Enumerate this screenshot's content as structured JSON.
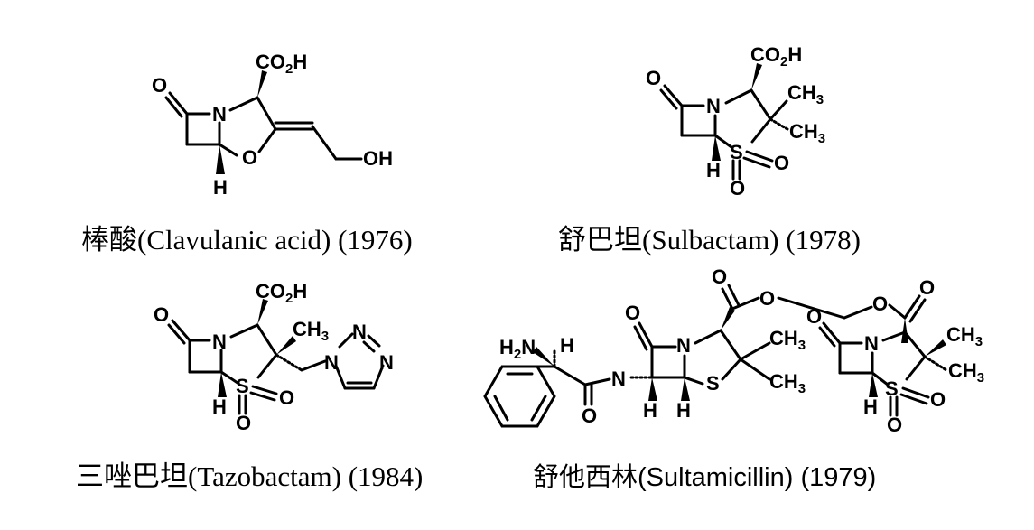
{
  "molecules": [
    {
      "caption": "棒酸(Clavulanic acid) (1976)"
    },
    {
      "caption": "舒巴坦(Sulbactam) (1978)"
    },
    {
      "caption": "三唑巴坦(Tazobactam) (1984)"
    },
    {
      "caption": "舒他西林(Sultamicillin) (1979)"
    }
  ],
  "atoms": {
    "O": "O",
    "N": "N",
    "S": "S",
    "H": "H",
    "OH": "OH",
    "CO2H_a": "CO",
    "CO2H_b": "2",
    "CO2H_c": "H",
    "CH3_a": "CH",
    "CH3_b": "3",
    "H2N_a": "H",
    "H2N_b": "2",
    "H2N_c": "N"
  }
}
